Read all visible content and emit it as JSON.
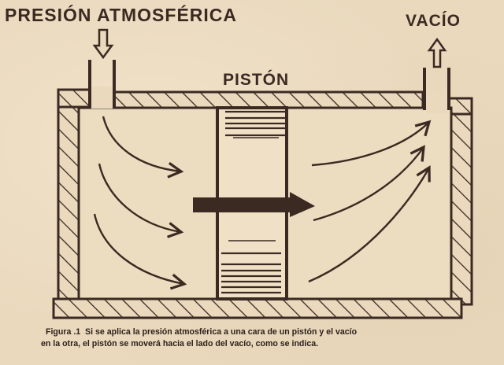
{
  "diagram": {
    "labels": {
      "atmospheric_pressure": "PRESIÓN ATMOSFÉRICA",
      "vacuum": "VACÍO",
      "piston": "PISTÓN"
    },
    "caption": {
      "figure_number": "Figura .1",
      "line1": "Si se aplica la presión atmosférica a una cara de un pistón y el vacío",
      "line2": "en la otra, el pistón se moverá hacia el lado del vacío, como se indica."
    },
    "components": [
      {
        "id": "cylinder",
        "label": "cylinder wall (hatched)"
      },
      {
        "id": "inlet-port",
        "label": "atmospheric inlet",
        "flow": "down"
      },
      {
        "id": "outlet-port",
        "label": "vacuum outlet",
        "flow": "up"
      },
      {
        "id": "piston",
        "label": "PISTÓN"
      },
      {
        "id": "motion-arrow",
        "direction": "right"
      }
    ],
    "colors": {
      "paper": "#ead9bd",
      "ink": "#3a2a22"
    }
  }
}
